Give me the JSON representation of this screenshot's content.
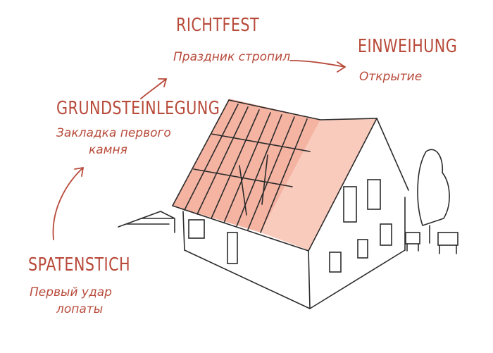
{
  "stages": [
    {
      "title": "SPATENSTICH",
      "subtitle": "Первый удар",
      "subtitle2": "лопаты"
    },
    {
      "title": "GRUNDSTEINLEGUNG",
      "subtitle": "Закладка первого",
      "subtitle2": "камня"
    },
    {
      "title": "RICHTFEST",
      "subtitle": "Праздник стропил",
      "subtitle2": ""
    },
    {
      "title": "EINWEIHUNG",
      "subtitle": "Открытие",
      "subtitle2": ""
    }
  ],
  "colors": {
    "ink": "#b84a3a",
    "roof": "#f5b3a2",
    "roof_light": "#f9cbbd",
    "line": "#2b2b2b"
  }
}
